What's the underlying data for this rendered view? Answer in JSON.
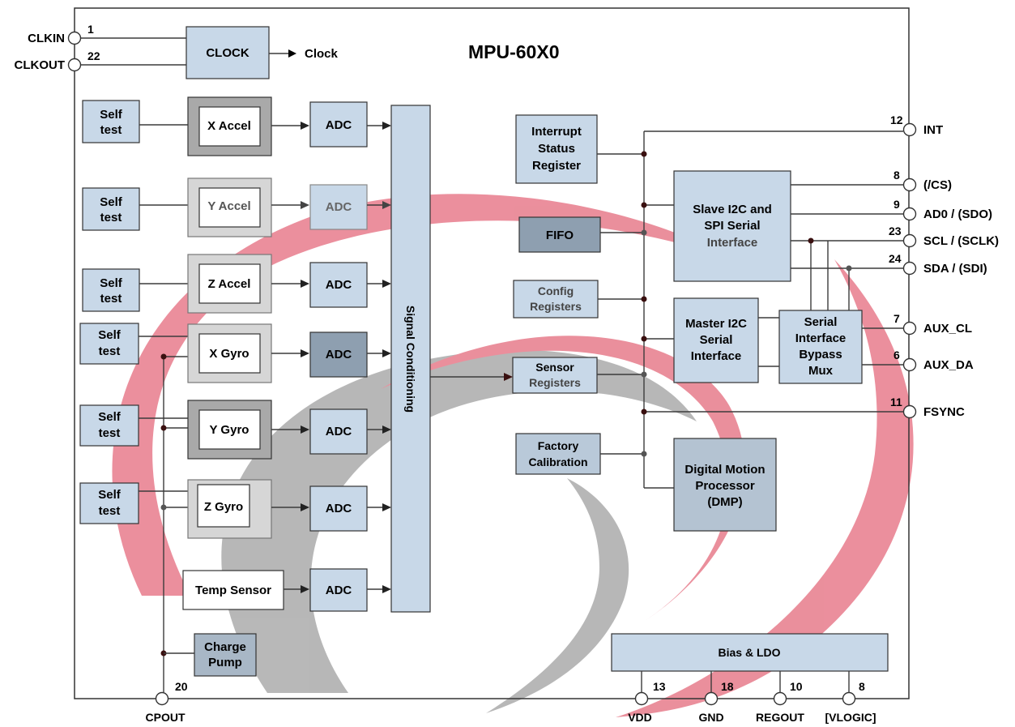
{
  "title": "MPU-60X0",
  "clock": {
    "block": "CLOCK",
    "output": "Clock",
    "pins": [
      {
        "name": "CLKIN",
        "number": "1"
      },
      {
        "name": "CLKOUT",
        "number": "22"
      }
    ]
  },
  "sensors": [
    {
      "self_test": [
        "Self",
        "test"
      ],
      "sensor": "X Accel",
      "adc": "ADC"
    },
    {
      "self_test": [
        "Self",
        "test"
      ],
      "sensor": "Y Accel",
      "adc": "ADC"
    },
    {
      "self_test": [
        "Self",
        "test"
      ],
      "sensor": "Z Accel",
      "adc": "ADC"
    },
    {
      "self_test": [
        "Self",
        "test"
      ],
      "sensor": "X Gyro",
      "adc": "ADC"
    },
    {
      "self_test": [
        "Self",
        "test"
      ],
      "sensor": "Y Gyro",
      "adc": "ADC"
    },
    {
      "self_test": [
        "Self",
        "test"
      ],
      "sensor": "Z Gyro",
      "adc": "ADC"
    }
  ],
  "temp_sensor": {
    "label": "Temp Sensor",
    "adc": "ADC"
  },
  "charge_pump": [
    "Charge",
    "Pump"
  ],
  "signal_conditioning": "Signal Conditioning",
  "registers": {
    "interrupt": [
      "Interrupt",
      "Status",
      "Register"
    ],
    "fifo": "FIFO",
    "config": [
      "Config",
      "Registers"
    ],
    "sensor": [
      "Sensor",
      "Registers"
    ],
    "factory": [
      "Factory",
      "Calibration"
    ]
  },
  "interfaces": {
    "slave": [
      "Slave I2C and",
      "SPI Serial",
      "Interface"
    ],
    "master": [
      "Master I2C",
      "Serial",
      "Interface"
    ],
    "bypass": [
      "Serial",
      "Interface",
      "Bypass",
      "Mux"
    ],
    "dmp": [
      "Digital Motion",
      "Processor",
      "(DMP)"
    ]
  },
  "bias_ldo": "Bias & LDO",
  "right_pins": [
    {
      "name": "INT",
      "number": "12"
    },
    {
      "name": "(/CS)",
      "number": "8"
    },
    {
      "name": "AD0 / (SDO)",
      "number": "9"
    },
    {
      "name": "SCL / (SCLK)",
      "number": "23"
    },
    {
      "name": "SDA / (SDI)",
      "number": "24"
    },
    {
      "name": "AUX_CL",
      "number": "7"
    },
    {
      "name": "AUX_DA",
      "number": "6"
    },
    {
      "name": "FSYNC",
      "number": "11"
    }
  ],
  "bottom_pins": [
    {
      "name": "CPOUT",
      "number": "20"
    },
    {
      "name": "VDD",
      "number": "13"
    },
    {
      "name": "GND",
      "number": "18"
    },
    {
      "name": "REGOUT",
      "number": "10"
    },
    {
      "name": "[VLOGIC]",
      "number": "8"
    }
  ],
  "colors": {
    "block_fill": "#c8d8e8",
    "dark_block_fill": "#8e9fb0",
    "watermark_red": "#e46a7c",
    "watermark_grey": "#9a9a9a"
  }
}
